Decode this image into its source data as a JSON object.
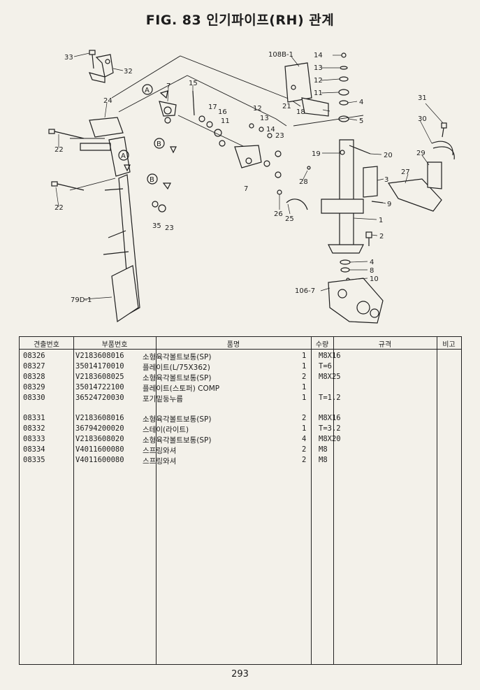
{
  "page": {
    "title": "FIG. 83 인기파이프(RH) 관계",
    "page_number": "293"
  },
  "diagram": {
    "callouts": {
      "c33": "33",
      "c32": "32",
      "c24": "24",
      "c22a": "22",
      "c22b": "22",
      "c7a": "7",
      "c15": "15",
      "c17": "17",
      "c16": "16",
      "c11a": "11",
      "c12a": "12",
      "c13a": "13",
      "c14a": "14",
      "c23a": "23",
      "c7b": "7",
      "c108": "108B-1",
      "c14b": "14",
      "c13b": "13",
      "c12b": "12",
      "c11b": "11",
      "c4a": "4",
      "c5": "5",
      "c21": "21",
      "c18": "18",
      "c19": "19",
      "c20": "20",
      "c31": "31",
      "c30": "30",
      "c29": "29",
      "c27": "27",
      "c3": "3",
      "c9": "9",
      "c28": "28",
      "c26": "26",
      "c25": "25",
      "c1": "1",
      "c2": "2",
      "c4b": "4",
      "c8": "8",
      "c10": "10",
      "c106": "106-7",
      "c35": "35",
      "c23b": "23",
      "c79": "79D-1",
      "ref_a1": "A",
      "ref_a2": "A",
      "ref_b1": "B",
      "ref_b2": "B"
    }
  },
  "table": {
    "headers": {
      "part_no": "견출번호",
      "code": "부품번호",
      "name": "품명",
      "qty": "수량",
      "spec": "규격",
      "remark": "비고"
    },
    "group1": [
      {
        "part_no": "08326",
        "code": "V2183608016",
        "name": "소형육각볼트보통(SP)",
        "qty": "1",
        "spec": "M8X16",
        "remark": ""
      },
      {
        "part_no": "08327",
        "code": "35014170010",
        "name": "플레이트(L/75X362)",
        "qty": "1",
        "spec": "T=6",
        "remark": ""
      },
      {
        "part_no": "08328",
        "code": "V2183608025",
        "name": "소형육각볼트보통(SP)",
        "qty": "2",
        "spec": "M8X25",
        "remark": ""
      },
      {
        "part_no": "08329",
        "code": "35014722100",
        "name": "플레이트(스토퍼) COMP",
        "qty": "1",
        "spec": "",
        "remark": ""
      },
      {
        "part_no": "08330",
        "code": "36524720030",
        "name": "포기밑둥누름",
        "qty": "1",
        "spec": "T=1.2",
        "remark": ""
      }
    ],
    "group2": [
      {
        "part_no": "08331",
        "code": "V2183608016",
        "name": "소형육각볼트보통(SP)",
        "qty": "2",
        "spec": "M8X16",
        "remark": ""
      },
      {
        "part_no": "08332",
        "code": "36794200020",
        "name": "스테이(라이트)",
        "qty": "1",
        "spec": "T=3.2",
        "remark": ""
      },
      {
        "part_no": "08333",
        "code": "V2183608020",
        "name": "소형육각볼트보통(SP)",
        "qty": "4",
        "spec": "M8X20",
        "remark": ""
      },
      {
        "part_no": "08334",
        "code": "V4011600080",
        "name": "스프링와셔",
        "qty": "2",
        "spec": "M8",
        "remark": ""
      },
      {
        "part_no": "08335",
        "code": "V4011600080",
        "name": "스프링와셔",
        "qty": "2",
        "spec": "M8",
        "remark": ""
      }
    ]
  }
}
